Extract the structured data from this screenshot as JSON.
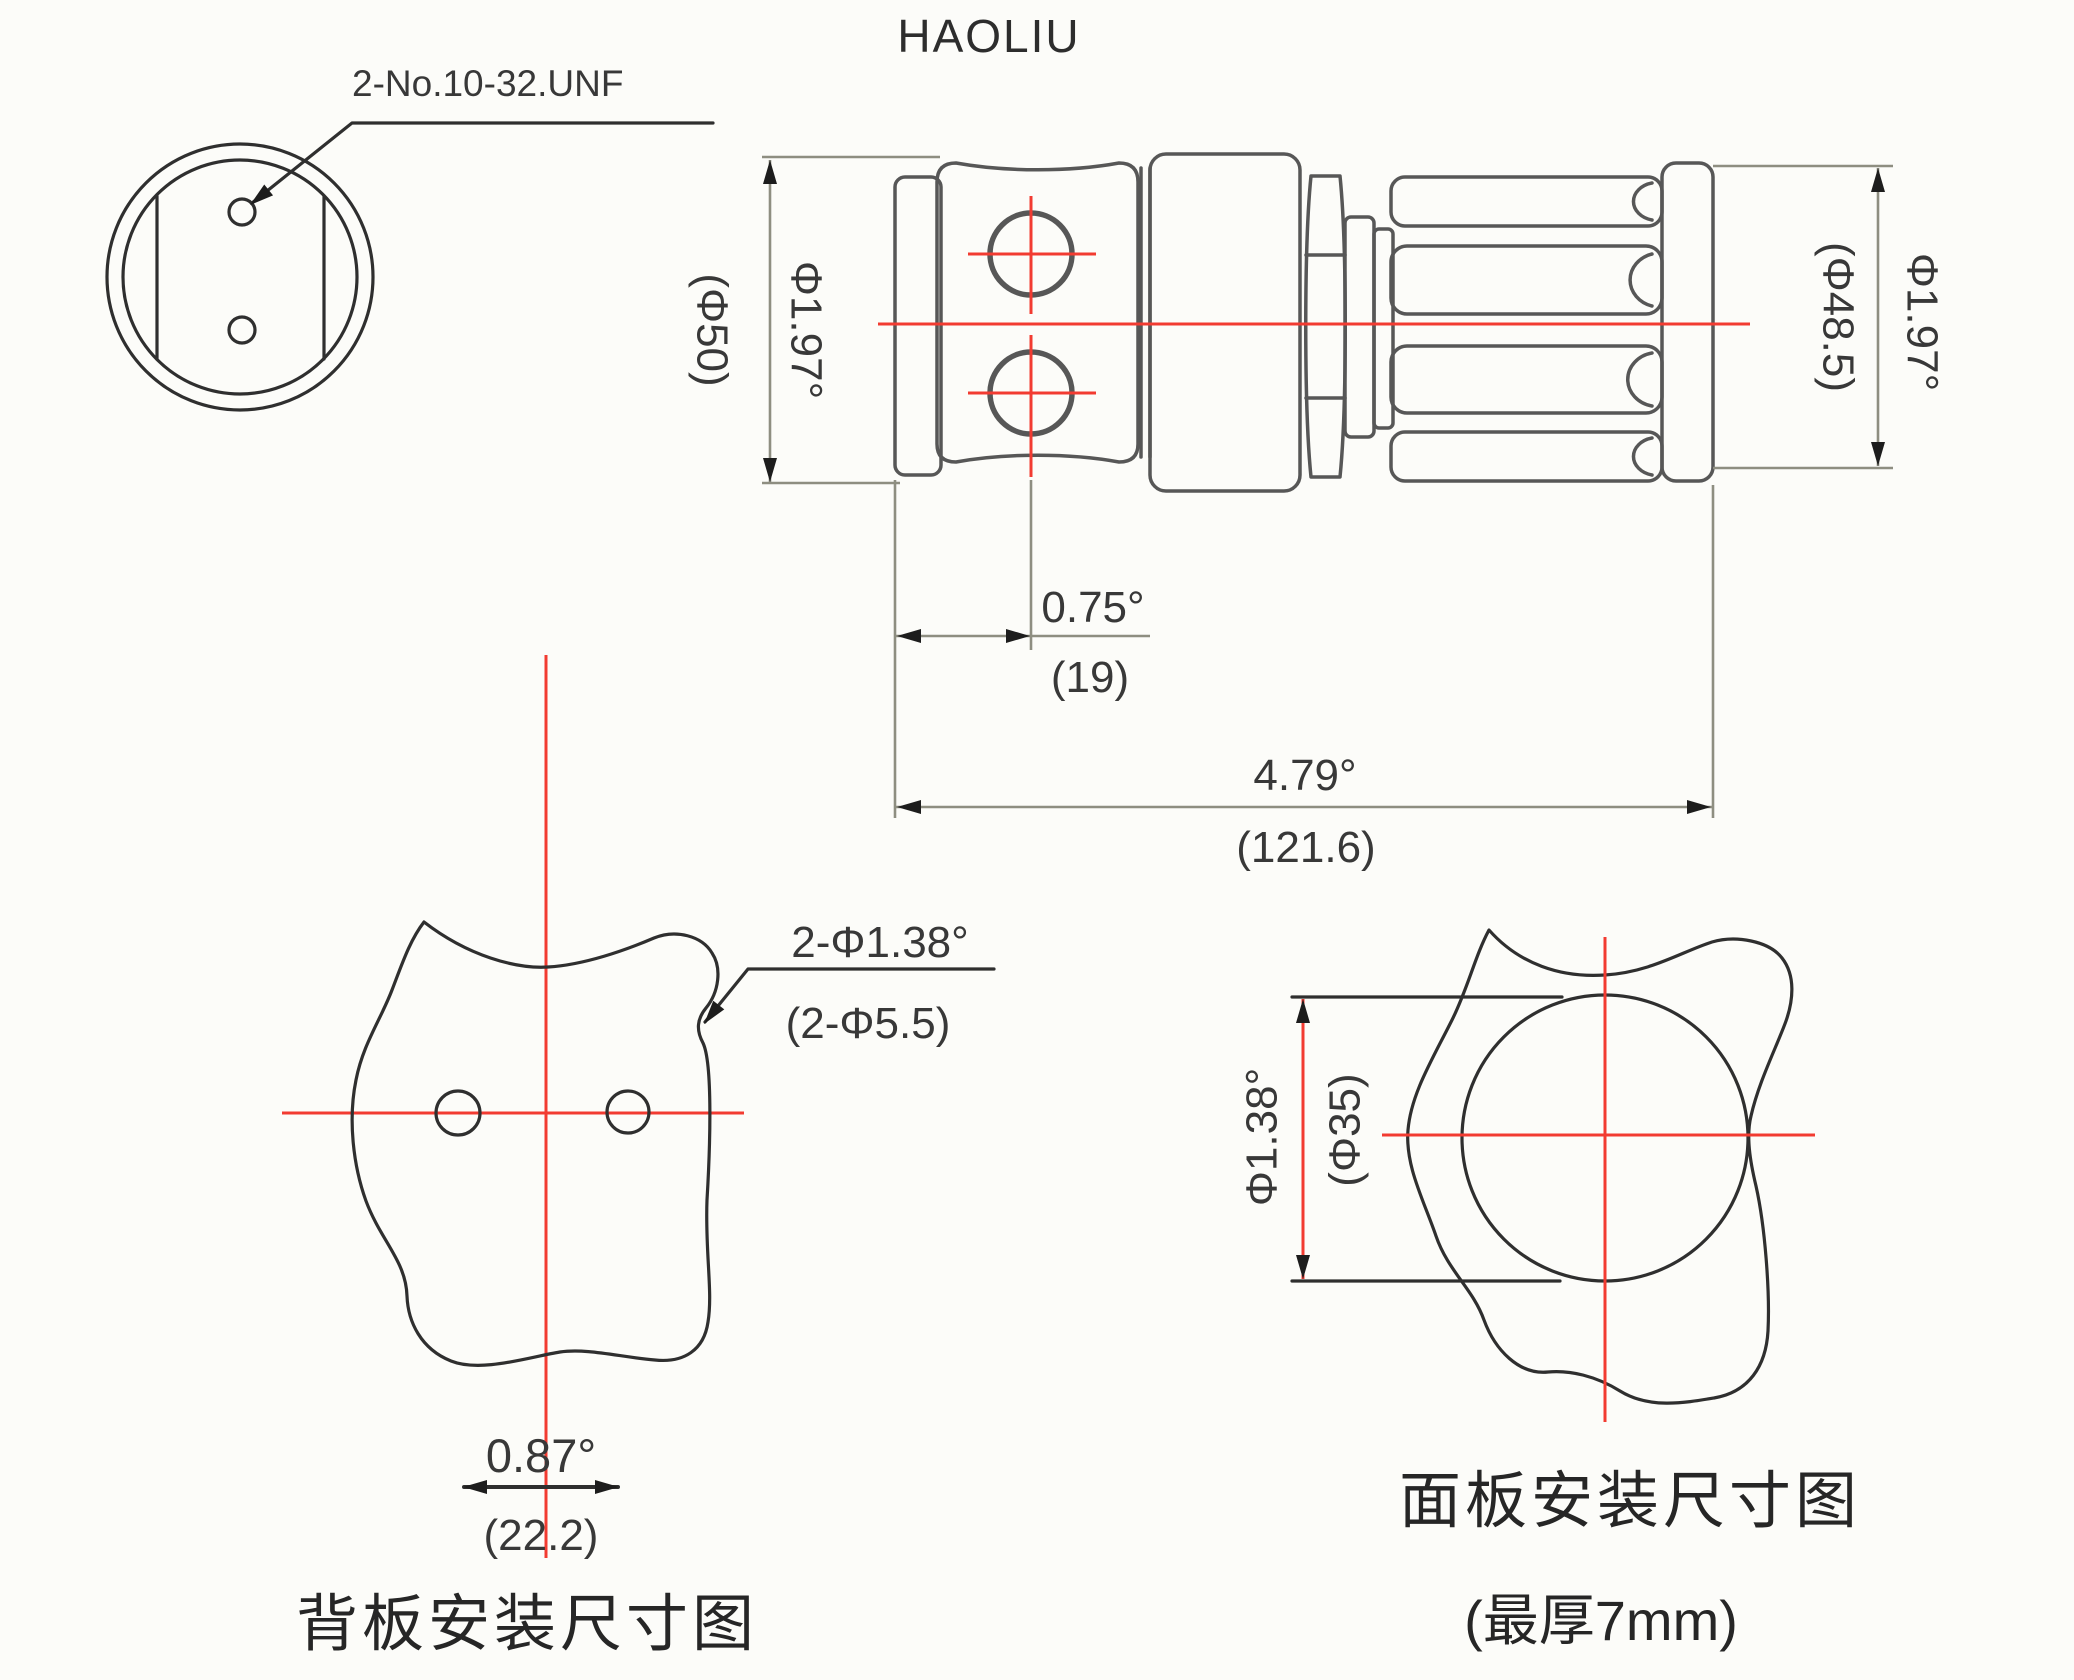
{
  "title": "HAOLIU",
  "front_view": {
    "thread_label": "2-No.10-32.UNF"
  },
  "side_view": {
    "dim_left": {
      "primary": "Φ1.97°",
      "secondary": "(Φ50)"
    },
    "dim_right": {
      "primary": "Φ1.97°",
      "secondary": "(Φ48.5)"
    },
    "dim_hole_offset": {
      "primary": "0.75°",
      "secondary": "(19)"
    },
    "dim_length": {
      "primary": "4.79°",
      "secondary": "(121.6)"
    }
  },
  "back_panel_view": {
    "holes_label": {
      "primary": "2-Φ1.38°",
      "secondary": "(2-Φ5.5)"
    },
    "dim_spacing": {
      "primary": "0.87°",
      "secondary": "(22.2)"
    },
    "caption": "背板安装尺寸图"
  },
  "front_panel_view": {
    "dim_hole": {
      "primary": "Φ1.38°",
      "secondary": "(Φ35)"
    },
    "caption": "面板安装尺寸图",
    "caption_note": "(最厚7mm)"
  },
  "colors": {
    "background": "#fcfcf9",
    "outline_gray": "#575757",
    "outline_black": "#2f2f2f",
    "dimension_gray": "#8e8e81",
    "centerline_red": "#f23b31",
    "text": "#383838"
  }
}
